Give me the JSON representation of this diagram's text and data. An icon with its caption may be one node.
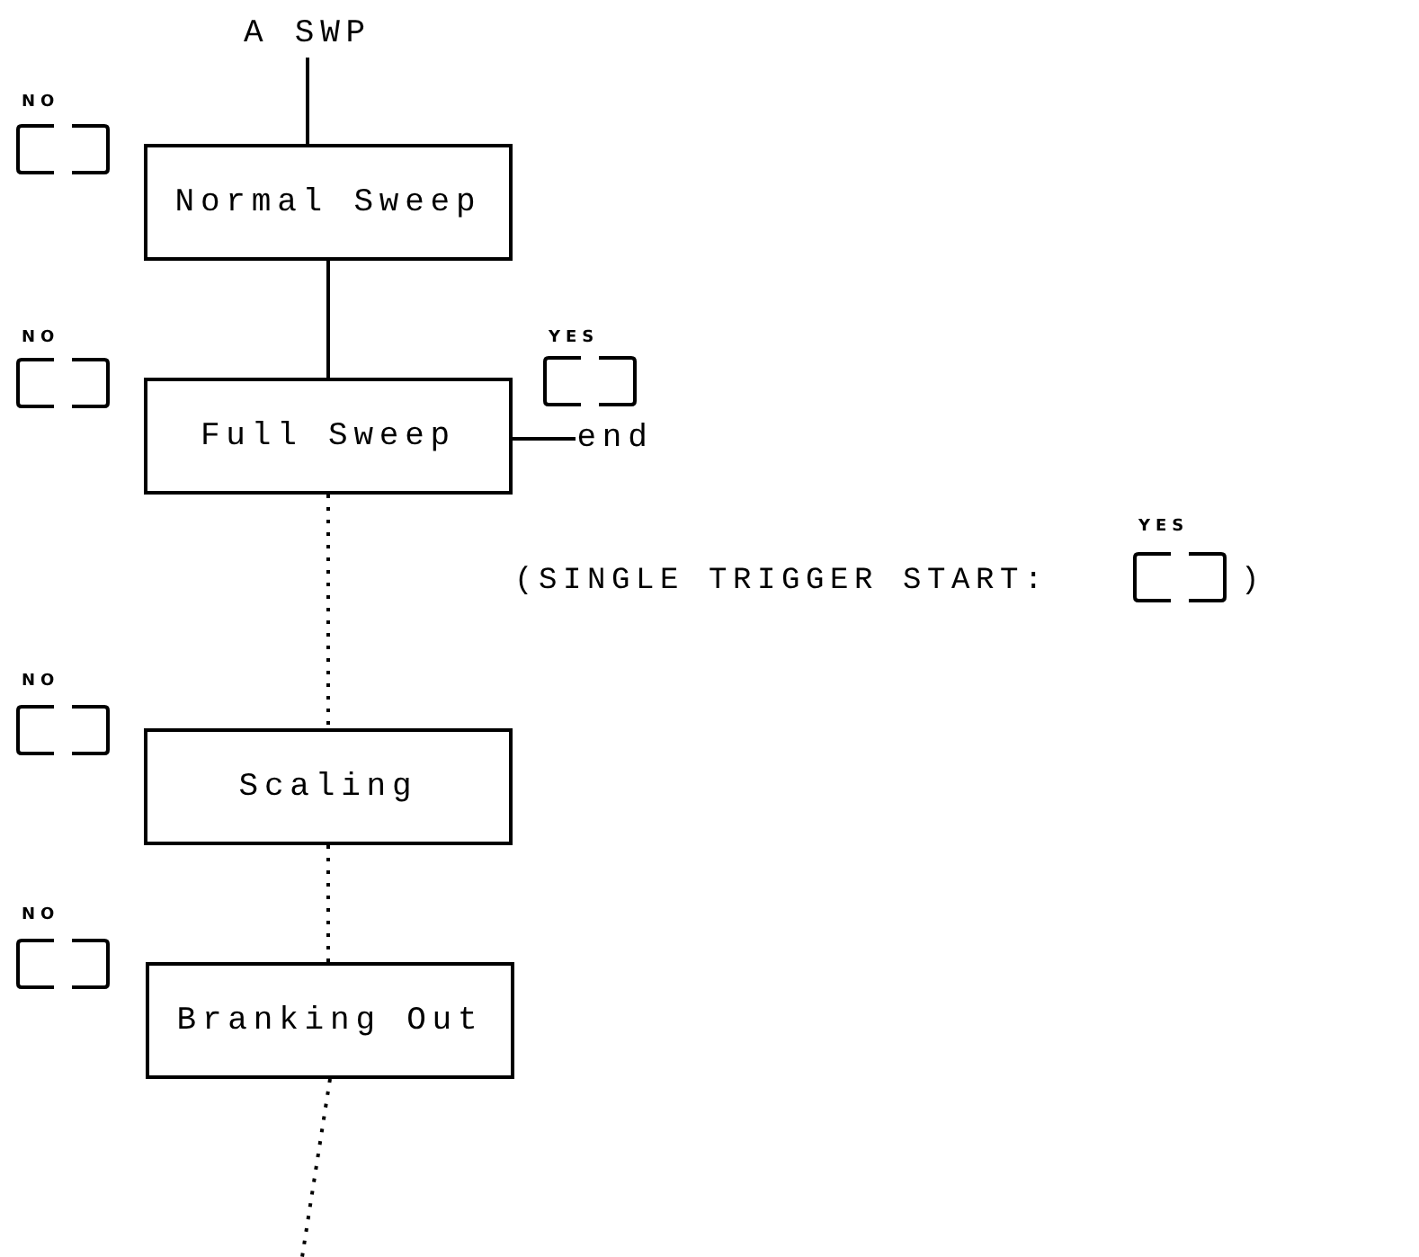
{
  "diagram": {
    "nodes": [
      {
        "text": [
          "A SWP"
        ]
      },
      {
        "text": [
          "Normal Sweep"
        ]
      },
      {
        "text": [
          "Full Sweep"
        ]
      },
      {
        "text": [
          "end"
        ]
      },
      {
        "text": [
          "Scaling"
        ]
      },
      {
        "text": [
          "Branking Out"
        ]
      }
    ],
    "edges": [
      {
        "from": 0,
        "to": 1,
        "arrow": "none"
      },
      {
        "from": 1,
        "to": 2,
        "arrow": "none"
      },
      {
        "from": 2,
        "to": 3,
        "arrow": "none"
      },
      {
        "from": 2,
        "to": 4,
        "arrow": "none",
        "style": "dashed"
      },
      {
        "from": 4,
        "to": 5,
        "arrow": "none",
        "style": "dashed"
      },
      {
        "from": 5,
        "to": null,
        "arrow": "none",
        "style": "dashed"
      }
    ],
    "labels": [
      "NO",
      "NO",
      "YES",
      "YES",
      "(SINGLE TRIGGER START:",
      ")",
      "NO",
      "NO"
    ]
  }
}
